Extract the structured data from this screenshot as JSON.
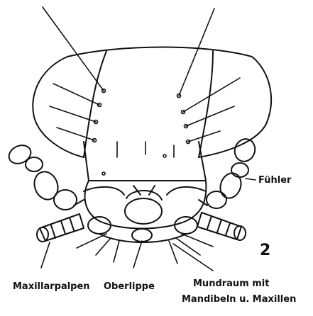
{
  "figure": {
    "number": "2",
    "labels": {
      "antenna": "Fühler",
      "maxillary_palps": "Maxillarpalpen",
      "upper_lip": "Oberlippe",
      "mouth_line1": "Mundraum mit",
      "mouth_line2": "Mandibeln u. Maxillen"
    }
  }
}
